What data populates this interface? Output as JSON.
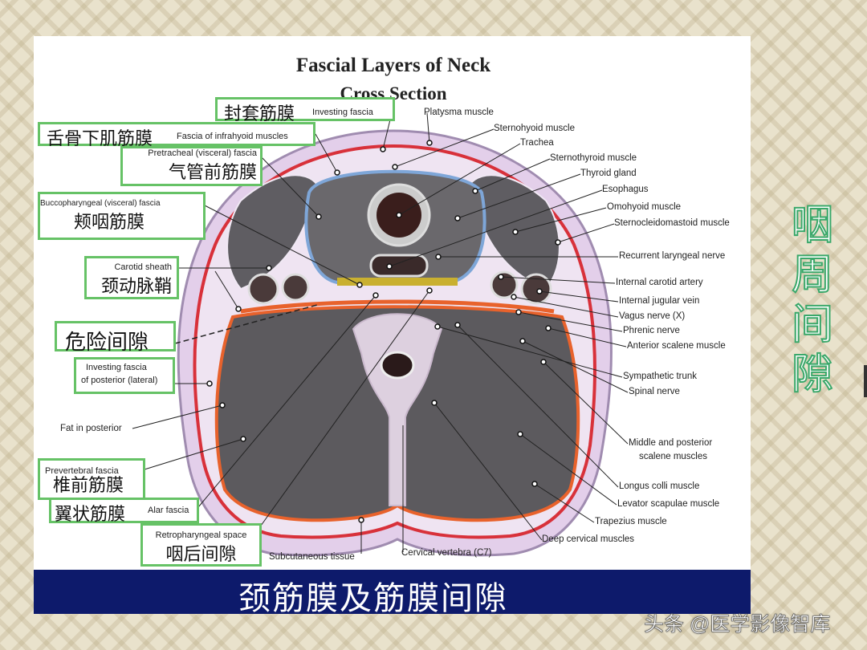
{
  "title": "Fascial Layers of Neck",
  "subtitle": "Cross Section",
  "banner": "颈筋膜及筋膜间隙",
  "side_label": [
    "咽",
    "周",
    "间",
    "隙"
  ],
  "watermark": "头条 @医学影像智库",
  "boxes": {
    "investing": {
      "cn": "封套筋膜",
      "en": "Investing fascia"
    },
    "infrahyoid": {
      "cn": "舌骨下肌筋膜",
      "en": "Fascia of infrahyoid muscles"
    },
    "pretracheal": {
      "en": "Pretracheal (visceral) fascia",
      "cn": "气管前筋膜"
    },
    "buccopharyngeal": {
      "en": "Buccopharyngeal (visceral) fascia",
      "cn": "颊咽筋膜"
    },
    "carotid": {
      "en": "Carotid sheath",
      "cn": "颈动脉鞘"
    },
    "danger": {
      "cn": "危险间隙"
    },
    "posterior_investing": {
      "en1": "Investing fascia",
      "en2": "of posterior (lateral)"
    },
    "prevertebral": {
      "en": "Prevertebral fascia",
      "cn": "椎前筋膜"
    },
    "alar": {
      "cn": "翼状筋膜",
      "en": "Alar fascia"
    },
    "retropharyngeal": {
      "en": "Retropharyngeal space",
      "cn": "咽后间隙"
    }
  },
  "labels": {
    "fat": "Fat in posterior",
    "subcutaneous": "Subcutaneous tissue",
    "vertebra": "Cervical vertebra (C7)",
    "platysma": "Platysma muscle",
    "sternohyoid": "Sternohyoid muscle",
    "trachea": "Trachea",
    "sternothyroid": "Sternothyroid muscle",
    "thyroid": "Thyroid gland",
    "esophagus": "Esophagus",
    "omohyoid": "Omohyoid muscle",
    "scm": "Sternocleidomastoid muscle",
    "recurrent": "Recurrent laryngeal nerve",
    "carotid_artery": "Internal carotid artery",
    "jugular": "Internal jugular vein",
    "vagus": "Vagus nerve (X)",
    "phrenic": "Phrenic nerve",
    "ant_scalene": "Anterior scalene muscle",
    "sympathetic": "Sympathetic trunk",
    "spinal": "Spinal nerve",
    "mid_scalene1": "Middle and posterior",
    "mid_scalene2": "scalene muscles",
    "longus": "Longus colli muscle",
    "levator": "Levator scapulae muscle",
    "trapezius": "Trapezius muscle",
    "deep_cervical": "Deep cervical muscles"
  }
}
